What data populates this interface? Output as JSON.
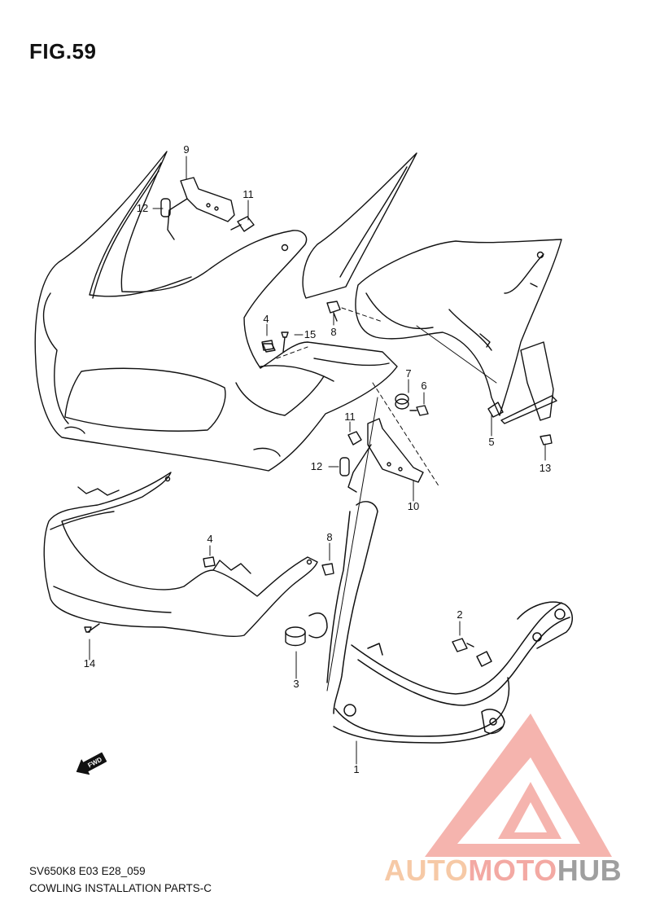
{
  "figure": {
    "title": "FIG.59",
    "model_code": "SV650K8 E03 E28_059",
    "caption": "COWLING INSTALLATION PARTS-C"
  },
  "parts": [
    {
      "key": "9",
      "label": "9"
    },
    {
      "key": "11a",
      "label": "11"
    },
    {
      "key": "12a",
      "label": "12"
    },
    {
      "key": "4a",
      "label": "4"
    },
    {
      "key": "15",
      "label": "15"
    },
    {
      "key": "8a",
      "label": "8"
    },
    {
      "key": "7",
      "label": "7"
    },
    {
      "key": "6",
      "label": "6"
    },
    {
      "key": "5",
      "label": "5"
    },
    {
      "key": "13",
      "label": "13"
    },
    {
      "key": "11b",
      "label": "11"
    },
    {
      "key": "12b",
      "label": "12"
    },
    {
      "key": "10",
      "label": "10"
    },
    {
      "key": "4b",
      "label": "4"
    },
    {
      "key": "8b",
      "label": "8"
    },
    {
      "key": "3",
      "label": "3"
    },
    {
      "key": "2",
      "label": "2"
    },
    {
      "key": "14",
      "label": "14"
    },
    {
      "key": "1",
      "label": "1"
    }
  ],
  "direction_badge": {
    "label": "FWD",
    "icon": "fwd-arrow-icon"
  },
  "watermark": {
    "parts": [
      "AUTO",
      "MOTO",
      "HUB"
    ],
    "colors": {
      "auto": "#f6c9a6",
      "moto": "#f3a9a3",
      "hub": "#9f9f9f",
      "logo": "#f08a80"
    }
  }
}
